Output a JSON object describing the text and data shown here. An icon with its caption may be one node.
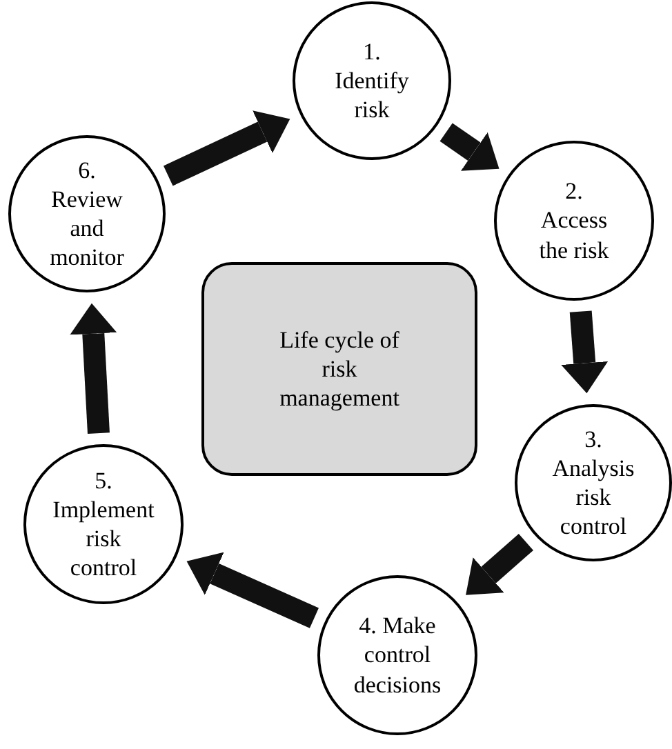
{
  "diagram": {
    "nodes": [
      {
        "text": [
          "Life cycle of risk management"
        ]
      },
      {
        "text": [
          "1. Identify risk"
        ]
      },
      {
        "text": [
          "2. Access the risk"
        ]
      },
      {
        "text": [
          "3. Analysis risk control"
        ]
      },
      {
        "text": [
          "4. Make control decisions"
        ]
      },
      {
        "text": [
          "5. Implement risk control"
        ]
      },
      {
        "text": [
          "6. Review and monitor"
        ]
      }
    ],
    "edges": [
      {
        "from": 1,
        "to": 2,
        "arrow": "to"
      },
      {
        "from": 2,
        "to": 3,
        "arrow": "to"
      },
      {
        "from": 3,
        "to": 4,
        "arrow": "to"
      },
      {
        "from": 4,
        "to": 5,
        "arrow": "to"
      },
      {
        "from": 5,
        "to": 6,
        "arrow": "to"
      },
      {
        "from": 6,
        "to": 1,
        "arrow": "to"
      }
    ]
  }
}
